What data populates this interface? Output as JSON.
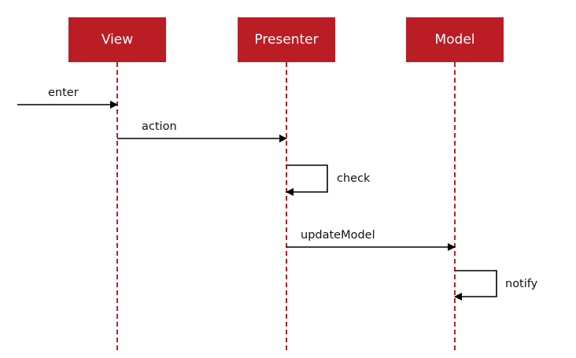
{
  "actors": [
    {
      "id": "view",
      "label": "View"
    },
    {
      "id": "presenter",
      "label": "Presenter"
    },
    {
      "id": "model",
      "label": "Model"
    }
  ],
  "messages": [
    {
      "id": "enter",
      "label": "enter",
      "from": "external",
      "to": "view"
    },
    {
      "id": "action",
      "label": "action",
      "from": "view",
      "to": "presenter"
    },
    {
      "id": "check",
      "label": "check",
      "from": "presenter",
      "to": "presenter"
    },
    {
      "id": "update-model",
      "label": "updateModel",
      "from": "presenter",
      "to": "model"
    },
    {
      "id": "notify",
      "label": "notify",
      "from": "model",
      "to": "model"
    }
  ],
  "colors": {
    "actor": "#bb1d24",
    "actor_text": "#ffffff",
    "arrow": "#000000",
    "lifeline": "#bb1d24"
  }
}
